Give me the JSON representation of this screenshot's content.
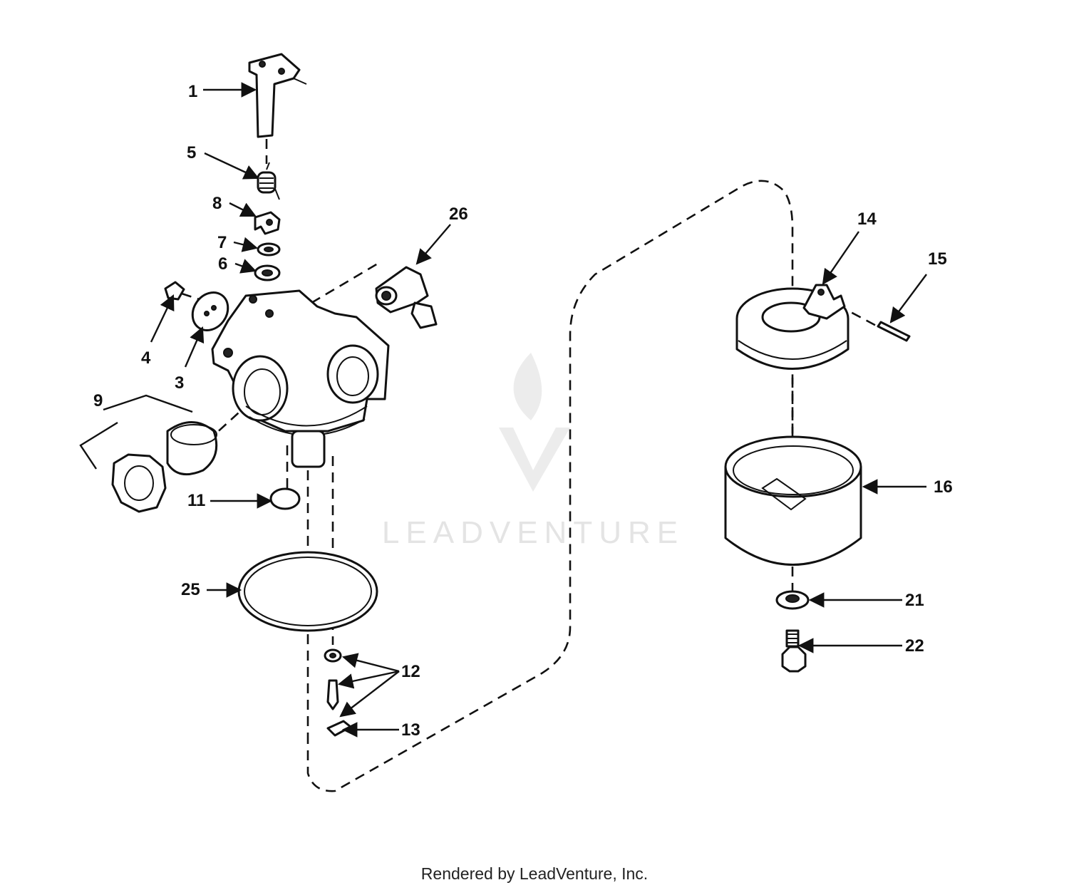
{
  "watermark": {
    "text": "LEADVENTURE"
  },
  "footer": {
    "text": "Rendered by LeadVenture, Inc."
  },
  "callouts": [
    {
      "id": "1",
      "label": "1"
    },
    {
      "id": "5",
      "label": "5"
    },
    {
      "id": "8",
      "label": "8"
    },
    {
      "id": "7",
      "label": "7"
    },
    {
      "id": "6",
      "label": "6"
    },
    {
      "id": "26",
      "label": "26"
    },
    {
      "id": "4",
      "label": "4"
    },
    {
      "id": "3",
      "label": "3"
    },
    {
      "id": "9",
      "label": "9"
    },
    {
      "id": "11",
      "label": "11"
    },
    {
      "id": "25",
      "label": "25"
    },
    {
      "id": "12",
      "label": "12"
    },
    {
      "id": "13",
      "label": "13"
    },
    {
      "id": "14",
      "label": "14"
    },
    {
      "id": "15",
      "label": "15"
    },
    {
      "id": "16",
      "label": "16"
    },
    {
      "id": "21",
      "label": "21"
    },
    {
      "id": "22",
      "label": "22"
    }
  ]
}
